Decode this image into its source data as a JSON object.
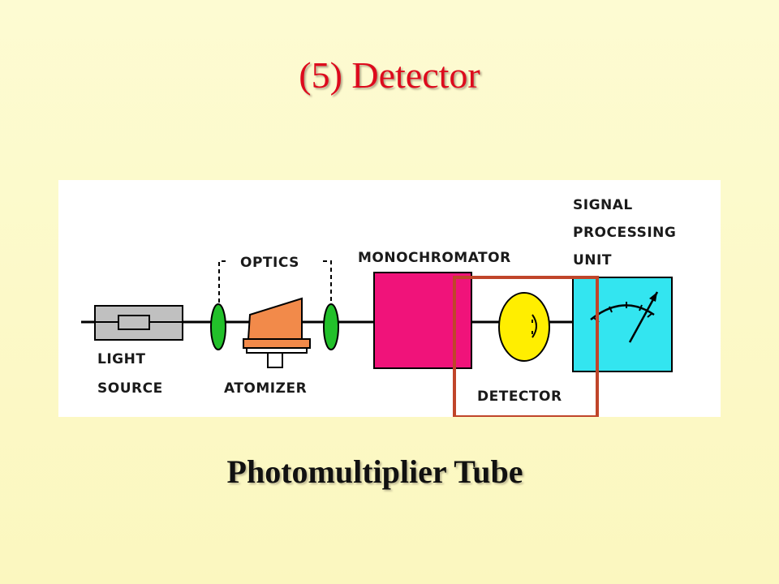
{
  "slide": {
    "title": "(5) Detector",
    "subtitle": "Photomultiplier Tube"
  },
  "diagram": {
    "labels": {
      "light_source_line1": "LIGHT",
      "light_source_line2": "SOURCE",
      "optics": "OPTICS",
      "atomizer": "ATOMIZER",
      "monochromator": "MONOCHROMATOR",
      "detector": "DETECTOR",
      "signal_line1": "SIGNAL",
      "signal_line2": "PROCESSING",
      "signal_line3": "UNIT"
    },
    "colors": {
      "light_source_box": "#c0c0c0",
      "lens": "#22c02a",
      "atomizer": "#f28a4a",
      "monochromator": "#f0137a",
      "detector": "#ffee00",
      "signal_unit": "#33e5f0",
      "highlight_box": "#c0452a"
    },
    "highlighted_component": "DETECTOR"
  }
}
